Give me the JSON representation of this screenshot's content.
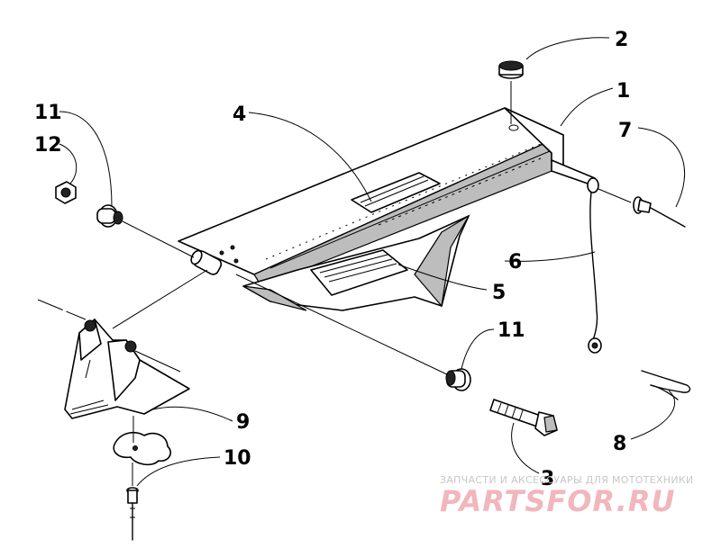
{
  "callouts": {
    "c1": "1",
    "c2": "2",
    "c3": "3",
    "c4": "4",
    "c5": "5",
    "c6": "6",
    "c7": "7",
    "c8": "8",
    "c9": "9",
    "c10": "10",
    "c11a": "11",
    "c11b": "11",
    "c12": "12"
  },
  "watermark": {
    "caption": "ЗАПЧАСТИ И АКСЕССУАРЫ ДЛЯ МОТОТЕХНИКИ",
    "logo": "PARTSFOR.RU"
  }
}
